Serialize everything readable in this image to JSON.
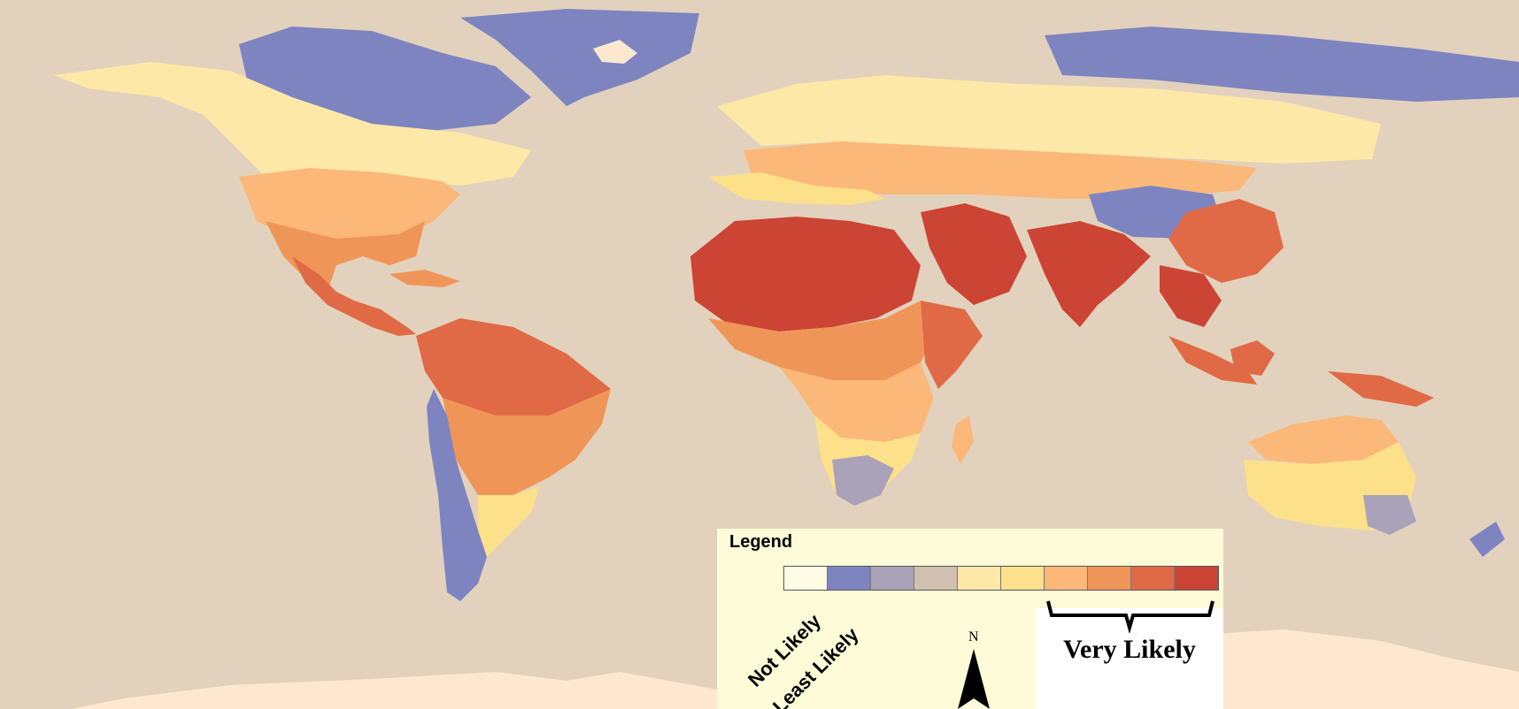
{
  "colors": {
    "ocean": "#e2d2bd",
    "ice": "#fde8cf",
    "class_1_not_likely": "#fdfbe4",
    "class_2_least_likely": "#7e84c0",
    "class_3": "#a9a2b8",
    "class_4": "#cfc0b0",
    "class_5": "#fde8a8",
    "class_6": "#fde08a",
    "class_7": "#fbb878",
    "class_8": "#f09558",
    "class_9": "#e06a45",
    "class_10_very_likely": "#cc4433"
  },
  "legend": {
    "title": "Legend",
    "classes": [
      "#fdfbe4",
      "#7e84c0",
      "#a9a2b8",
      "#cfc0b0",
      "#fde8a8",
      "#fde08a",
      "#fbb878",
      "#f09558",
      "#e06a45",
      "#cc4433"
    ],
    "label_not_likely": "Not Likely",
    "label_least_likely": "Least Likely",
    "label_very_likely": "Very Likely"
  },
  "north_arrow": {
    "letter": "N"
  }
}
